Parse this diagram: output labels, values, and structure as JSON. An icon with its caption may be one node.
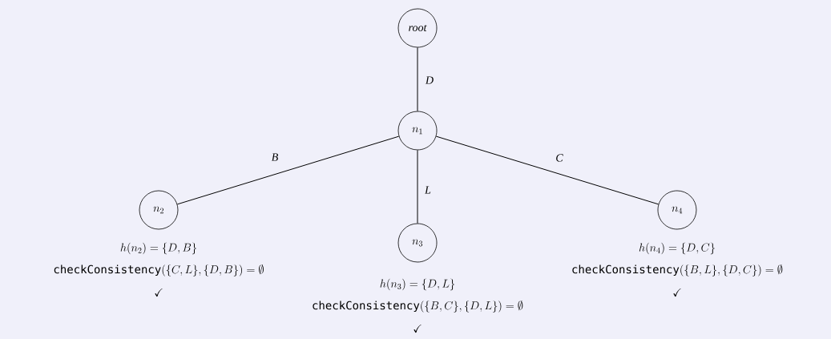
{
  "diagram": {
    "nodes": [
      {
        "text": [
          "root"
        ]
      },
      {
        "text": [
          "n_1"
        ]
      },
      {
        "text": [
          "n_2"
        ],
        "beside": [
          "h(n_2) = \\{D, B\\}",
          "\\texttt{checkConsistency}(\\{C, L\\}, \\{D, B\\})= \\emptyset",
          "\\checkmark"
        ]
      },
      {
        "text": [
          "n_3"
        ],
        "beside": [
          "h(n_3) = \\{D, L\\}",
          "\\texttt{checkConsistency}(\\{B, C\\}, \\{D, L\\}) = \\emptyset",
          "\\checkmark"
        ]
      },
      {
        "text": [
          "n_4"
        ],
        "beside": [
          "h(n_4) = \\{D, C\\}",
          "\\texttt{checkConsistency}(\\{B, L\\}, \\{D, C\\})= \\emptyset",
          "\\checkmark"
        ]
      }
    ],
    "edges": [
      {
        "from": 0,
        "to": 1,
        "arrow": "none",
        "label": "D"
      },
      {
        "from": 1,
        "to": 2,
        "arrow": "none",
        "label": "B"
      },
      {
        "from": 1,
        "to": 3,
        "arrow": "none",
        "label": "L"
      },
      {
        "from": 1,
        "to": 4,
        "arrow": "none",
        "label": "C"
      }
    ]
  }
}
